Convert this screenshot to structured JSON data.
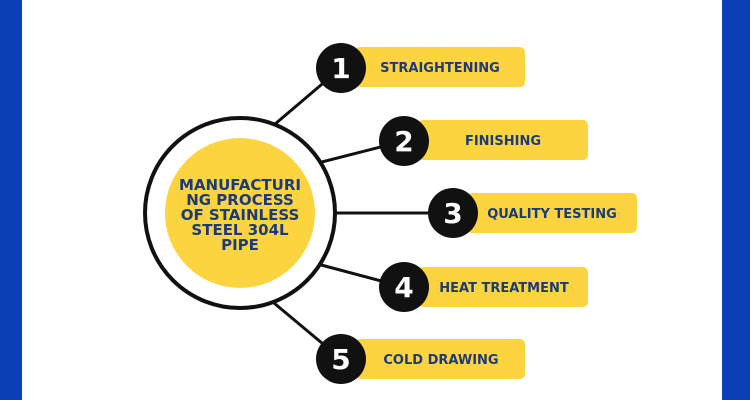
{
  "title_lines": [
    "MANUFACTURI",
    "NG PROCESS",
    "OF STAINLESS",
    "STEEL 304L",
    "PIPE"
  ],
  "steps": [
    {
      "number": "1",
      "label": "STRAIGHTENING"
    },
    {
      "number": "2",
      "label": "FINISHING"
    },
    {
      "number": "3",
      "label": "QUALITY TESTING"
    },
    {
      "number": "4",
      "label": "HEAT TREATMENT"
    },
    {
      "number": "5",
      "label": "COLD DRAWING"
    }
  ],
  "colors": {
    "border": "#0b3fb5",
    "yellow": "#fcd440",
    "navy": "#1c3a78",
    "black": "#111111"
  }
}
